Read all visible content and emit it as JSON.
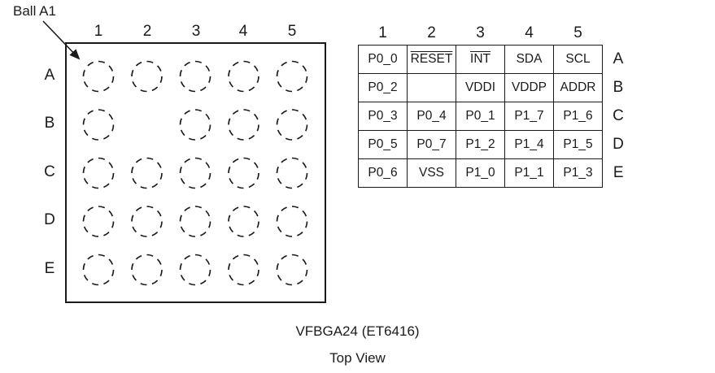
{
  "figure": {
    "ball_pointer_label": "Ball A1",
    "package_name": "VFBGA24 (ET6416)",
    "view_label": "Top View"
  },
  "package_diagram": {
    "column_labels": [
      "1",
      "2",
      "3",
      "4",
      "5"
    ],
    "row_labels": [
      "A",
      "B",
      "C",
      "D",
      "E"
    ],
    "ball_count": 24,
    "missing_ball_position": "B2"
  },
  "pin_table": {
    "column_headers": [
      "1",
      "2",
      "3",
      "4",
      "5"
    ],
    "row_headers": [
      "A",
      "B",
      "C",
      "D",
      "E"
    ],
    "rows": [
      [
        "P0_0",
        "RESET",
        "INT",
        "SDA",
        "SCL"
      ],
      [
        "P0_2",
        "",
        "VDDI",
        "VDDP",
        "ADDR"
      ],
      [
        "P0_3",
        "P0_4",
        "P0_1",
        "P1_7",
        "P1_6"
      ],
      [
        "P0_5",
        "P0_7",
        "P1_2",
        "P1_4",
        "P1_5"
      ],
      [
        "P0_6",
        "VSS",
        "P1_0",
        "P1_1",
        "P1_3"
      ]
    ],
    "active_low_pins": [
      "RESET",
      "INT"
    ]
  },
  "colors": {
    "line": "#1a1a1a",
    "background": "#ffffff"
  }
}
